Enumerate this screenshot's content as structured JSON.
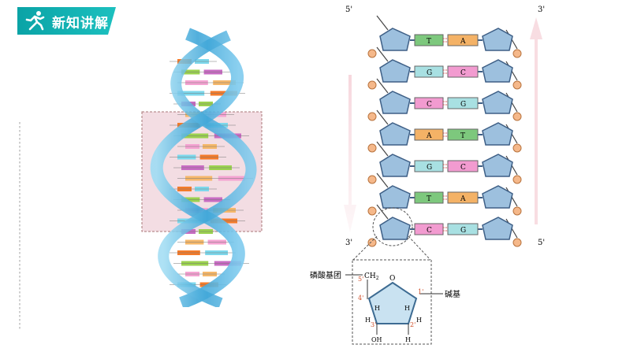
{
  "header": {
    "title": "新知讲解",
    "icon": "runner-icon"
  },
  "ladder": {
    "left_top_end": "5'",
    "right_top_end": "3'",
    "left_bottom_end": "3'",
    "right_bottom_end": "5'",
    "base_pairs": [
      {
        "left": "T",
        "right": "A"
      },
      {
        "left": "G",
        "right": "C"
      },
      {
        "left": "C",
        "right": "G"
      },
      {
        "left": "A",
        "right": "T"
      },
      {
        "left": "G",
        "right": "C"
      },
      {
        "left": "T",
        "right": "A"
      },
      {
        "left": "C",
        "right": "G"
      }
    ],
    "base_colors": {
      "T": "#7dc87d",
      "A": "#f4b266",
      "G": "#a8e0e2",
      "C": "#f29bd0"
    }
  },
  "nucleotide_detail": {
    "phosphate_label": "磷酸基团",
    "base_label": "碱基",
    "ring_oxygen": "O",
    "ch2": "CH",
    "ch2_sub": "2",
    "oh": "OH",
    "h_atoms": [
      "H",
      "H",
      "H",
      "H"
    ],
    "carbon_numbers": [
      "5'",
      "4'",
      "3'",
      "2'",
      "1'"
    ]
  },
  "colors": {
    "accent": "#12b3b4",
    "helix": "#4fb6e0",
    "sugar": "#7fa8cf",
    "phosphate": "#f5b88a"
  }
}
